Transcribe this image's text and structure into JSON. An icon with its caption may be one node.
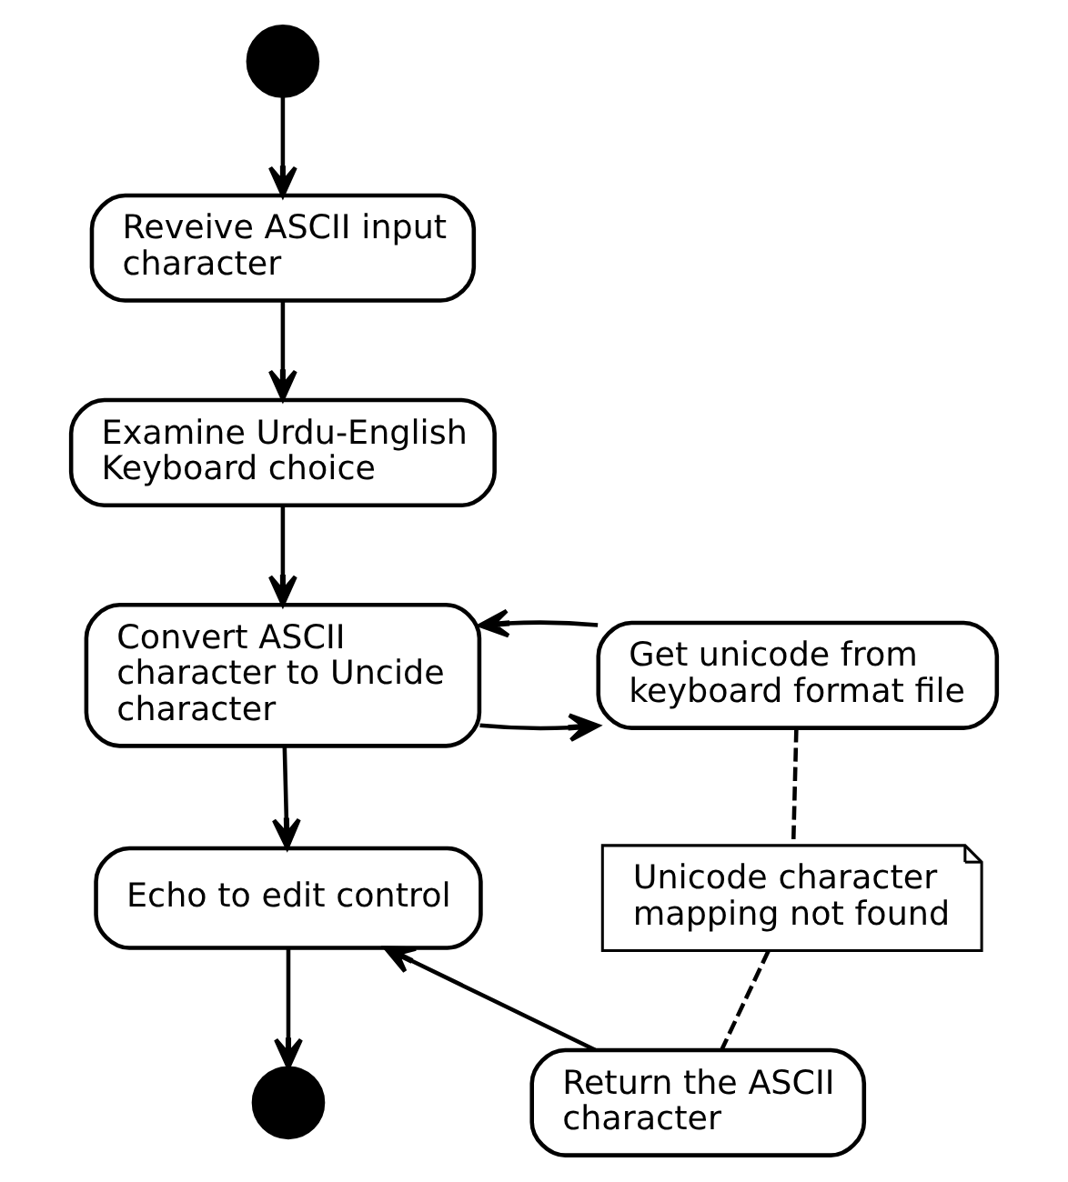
{
  "diagram": {
    "nodes": [
      {
        "text": [],
        "shape": "circle"
      },
      {
        "text": [
          "Reveive ASCII input character"
        ]
      },
      {
        "text": [
          "Examine Urdu-English Keyboard choice"
        ]
      },
      {
        "text": [
          "Convert ASCII character to Uncide character"
        ]
      },
      {
        "text": [
          "Get unicode from keyboard format file"
        ]
      },
      {
        "text": [
          "Unicode character mapping not found"
        ]
      },
      {
        "text": [
          "Echo to edit control"
        ]
      },
      {
        "text": [
          "Return the ASCII character"
        ]
      },
      {
        "text": [],
        "shape": "circle"
      }
    ],
    "edges": [
      {
        "from": 0,
        "to": 1,
        "arrow": "to"
      },
      {
        "from": 1,
        "to": 2,
        "arrow": "to"
      },
      {
        "from": 2,
        "to": 3,
        "arrow": "to"
      },
      {
        "from": 3,
        "to": 4,
        "arrow": "to"
      },
      {
        "from": 4,
        "to": 3,
        "arrow": "to"
      },
      {
        "from": 3,
        "to": 6,
        "arrow": "to"
      },
      {
        "from": 6,
        "to": 8,
        "arrow": "to"
      },
      {
        "from": 4,
        "to": 5,
        "arrow": "none",
        "style": "dashed"
      },
      {
        "from": 5,
        "to": 7,
        "arrow": "none",
        "style": "dashed"
      },
      {
        "from": 7,
        "to": 6,
        "arrow": "to"
      }
    ]
  }
}
